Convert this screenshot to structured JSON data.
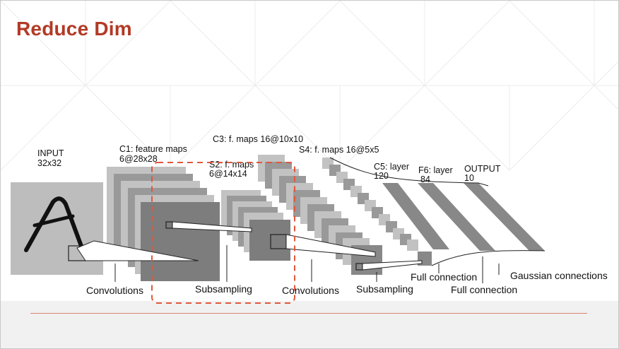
{
  "slide": {
    "title": "Reduce Dim",
    "accent_color": "#b23a25",
    "highlight_color": "#e0573b"
  },
  "diagram": {
    "input_title": "INPUT",
    "input_size": "32x32",
    "c1_title": "C1: feature maps",
    "c1_size": "6@28x28",
    "s2_title": "S2: f. maps",
    "s2_size": "6@14x14",
    "c3_title": "C3: f. maps 16@10x10",
    "s4_title": "S4: f. maps 16@5x5",
    "c5_title": "C5: layer",
    "c5_size": "120",
    "f6_title": "F6: layer",
    "f6_size": "84",
    "output_title": "OUTPUT",
    "output_size": "10",
    "op_convolutions_1": "Convolutions",
    "op_subsampling_1": "Subsampling",
    "op_convolutions_2": "Convolutions",
    "op_subsampling_2": "Subsampling",
    "op_full_connection_1": "Full connection",
    "op_full_connection_2": "Full connection",
    "op_gaussian": "Gaussian connections"
  }
}
